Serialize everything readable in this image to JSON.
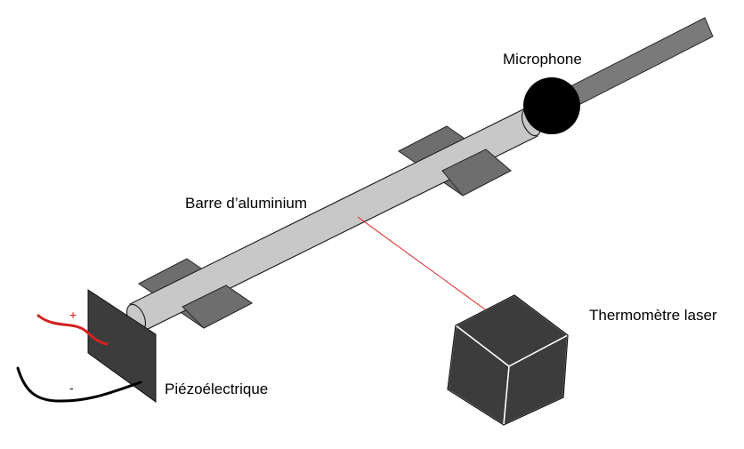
{
  "labels": {
    "microphone": "Microphone",
    "bar": "Barre d’aluminium",
    "thermometer": "Thermomètre laser",
    "piezo": "Piézoélectrique",
    "plus": "+",
    "minus": "-"
  },
  "colors": {
    "bar_fill": "#c8c8c8",
    "support_fill": "#6e6e6e",
    "rod_fill": "#7a7a7a",
    "dark_fill": "#3c3c3c",
    "microphone_fill": "#000000",
    "laser_beam": "#e02020",
    "positive_wire": "#d42020",
    "negative_wire": "#000000"
  },
  "icons": [
    "microphone-icon",
    "thermometer-cube-icon",
    "piezo-plate-icon"
  ]
}
